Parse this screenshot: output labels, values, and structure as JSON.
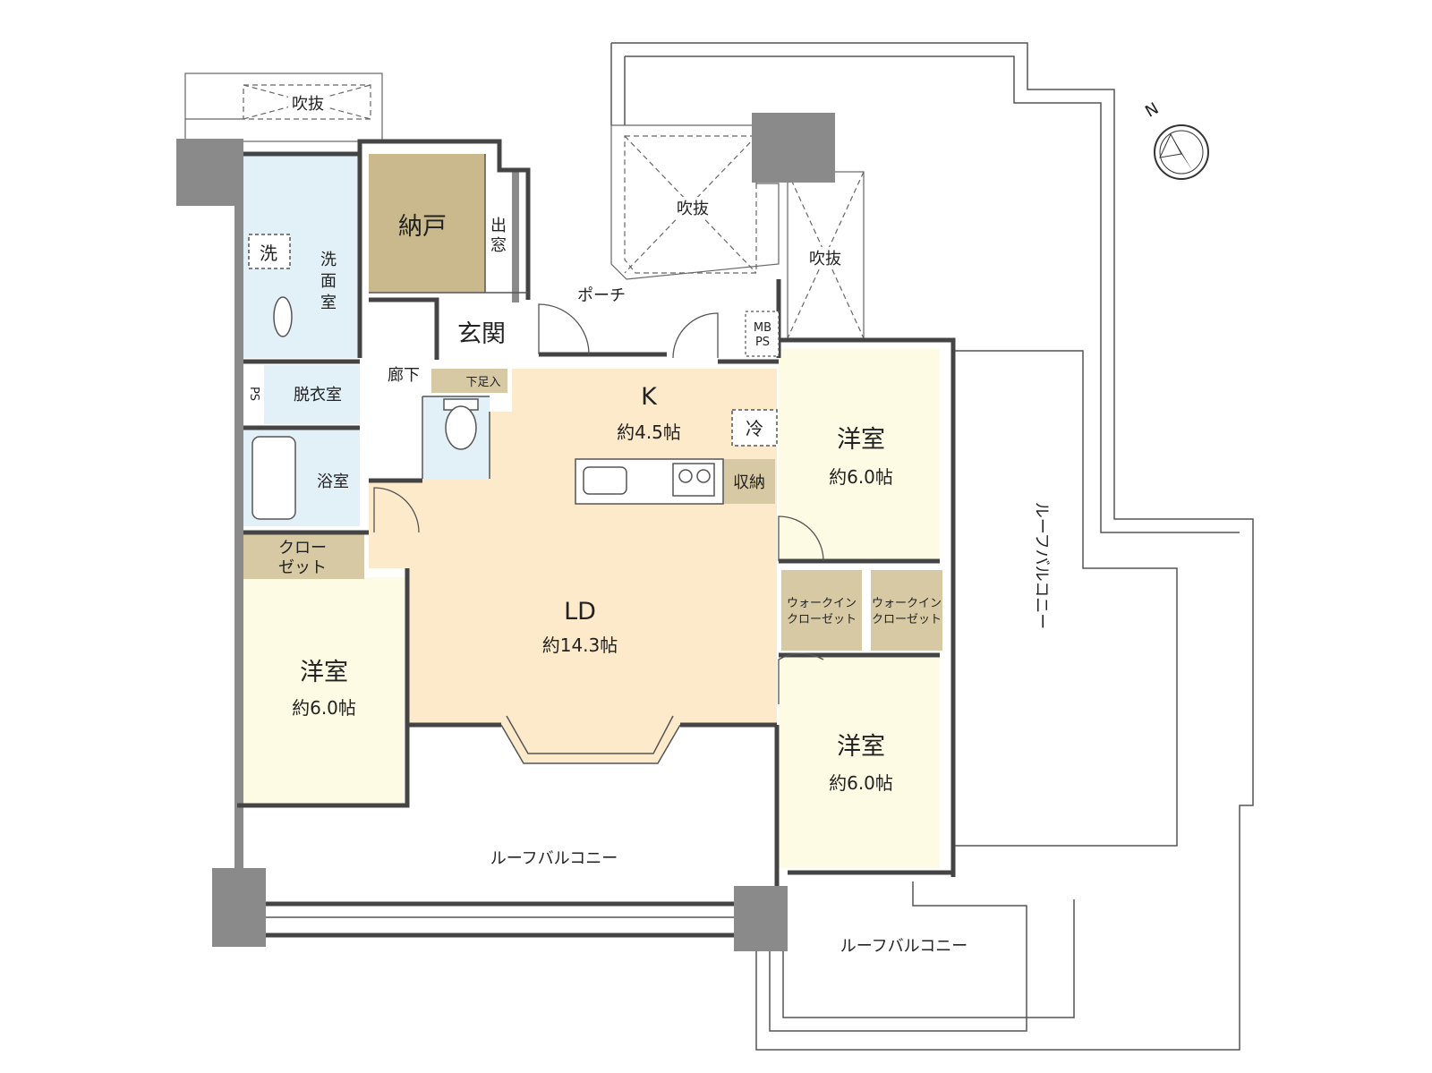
{
  "rooms": {
    "kitchen": {
      "name": "K",
      "area": "約4.5帖"
    },
    "ld": {
      "name": "LD",
      "area": "約14.3帖"
    },
    "western_left": {
      "name": "洋室",
      "area": "約6.0帖"
    },
    "western_right_top": {
      "name": "洋室",
      "area": "約6.0帖"
    },
    "western_right_bottom": {
      "name": "洋室",
      "area": "約6.0帖"
    },
    "storage_room": {
      "name": "納戸"
    },
    "entrance": {
      "name": "玄関"
    },
    "hallway": {
      "name": "廊下"
    },
    "shoe_box": {
      "name": "下足入"
    },
    "washroom": {
      "name": "洗面室",
      "chars": [
        "洗",
        "面",
        "室"
      ]
    },
    "dressing_room": {
      "name": "脱衣室"
    },
    "bathroom": {
      "name": "浴室"
    },
    "washer": {
      "name": "洗"
    },
    "closet_left": {
      "line1": "クロー",
      "line2": "ゼット"
    },
    "walk_in_1": {
      "line1": "ウォークイン",
      "line2": "クローゼット"
    },
    "walk_in_2": {
      "line1": "ウォークイン",
      "line2": "クローゼット"
    },
    "kitchen_storage": {
      "name": "収納"
    },
    "fridge": {
      "name": "冷"
    },
    "bay_window": {
      "chars": [
        "出",
        "窓"
      ]
    },
    "ps_small": {
      "name": "PS"
    },
    "mbps": {
      "line1": "MB",
      "line2": "PS"
    }
  },
  "outside": {
    "porch": "ポーチ",
    "atrium_top_left": "吹抜",
    "atrium_center": "吹抜",
    "atrium_right": "吹抜",
    "roof_balcony_bottom": "ルーフバルコニー",
    "roof_balcony_right": "ルーフバルコニー",
    "roof_balcony_bottom_right": "ルーフバルコニー"
  },
  "compass": {
    "label": "N"
  },
  "colors": {
    "wall": "#8a8a8a",
    "wet_area": "#e2f1f8",
    "living": "#fdeacb",
    "bedroom": "#fefbe4",
    "storage": "#d6c9a3",
    "storage_dark": "#c5b68c",
    "line": "#444444"
  }
}
